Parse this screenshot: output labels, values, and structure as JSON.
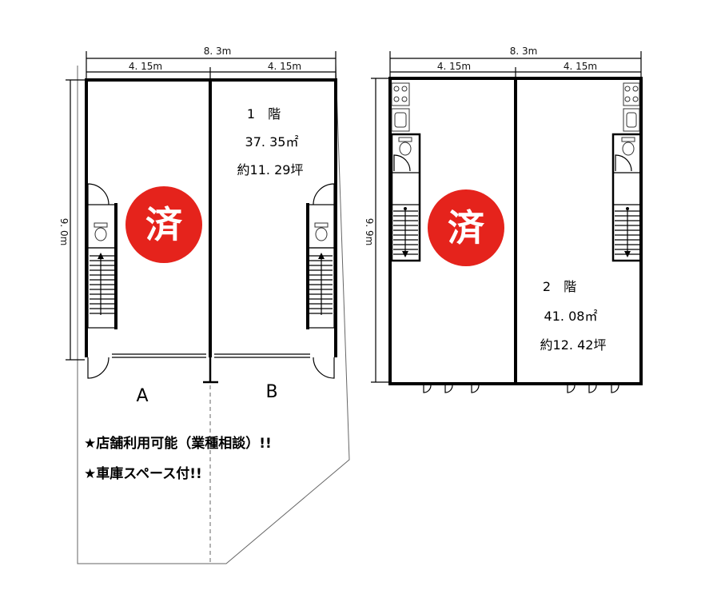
{
  "floor1": {
    "dim_total": "8. 3m",
    "dim_left": "4. 15m",
    "dim_right": "4. 15m",
    "dim_height": "9. 0m",
    "floor_label": "1　階",
    "area": "37. 35㎡",
    "tsubo": "約11. 29坪",
    "stamp": "済",
    "unit_a": "A",
    "unit_b": "B",
    "notes": [
      "★店舗利用可能（業種相談）!!",
      "★車庫スペース付!!"
    ]
  },
  "floor2": {
    "dim_total": "8. 3m",
    "dim_left": "4. 15m",
    "dim_right": "4. 15m",
    "dim_height": "9. 9m",
    "floor_label": "2　階",
    "area": "41. 08㎡",
    "tsubo": "約12. 42坪",
    "stamp": "済"
  },
  "colors": {
    "stamp": "#e5231c",
    "wall": "#000000"
  }
}
